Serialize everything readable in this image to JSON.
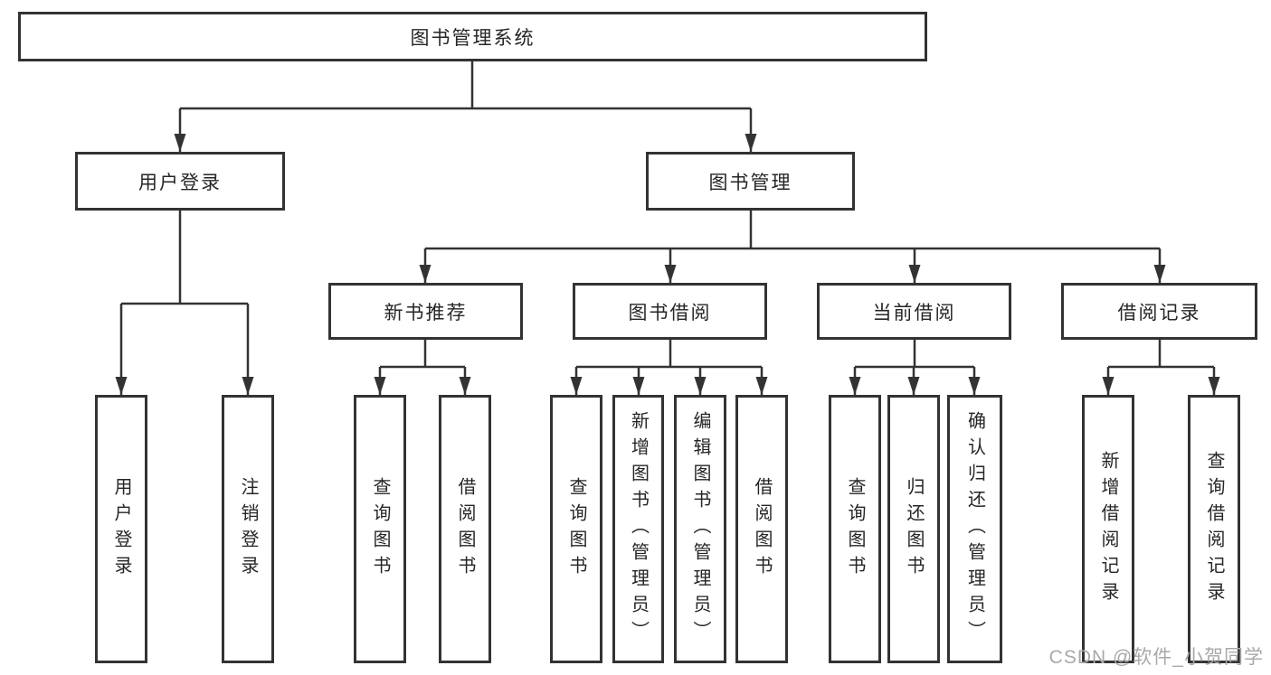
{
  "tree": {
    "root": {
      "label": "图书管理系统"
    },
    "branches": [
      {
        "label": "用户登录",
        "children": [
          {
            "label": "用户登录"
          },
          {
            "label": "注销登录"
          }
        ]
      },
      {
        "label": "图书管理",
        "children": [
          {
            "label": "新书推荐",
            "children": [
              {
                "label": "查询图书"
              },
              {
                "label": "借阅图书"
              }
            ]
          },
          {
            "label": "图书借阅",
            "children": [
              {
                "label": "查询图书"
              },
              {
                "label": "新增图书（管理员）"
              },
              {
                "label": "编辑图书（管理员）"
              },
              {
                "label": "借阅图书"
              }
            ]
          },
          {
            "label": "当前借阅",
            "children": [
              {
                "label": "查询图书"
              },
              {
                "label": "归还图书"
              },
              {
                "label": "确认归还（管理员）"
              }
            ]
          },
          {
            "label": "借阅记录",
            "children": [
              {
                "label": "新增借阅记录"
              },
              {
                "label": "查询借阅记录"
              }
            ]
          }
        ]
      }
    ]
  },
  "watermark": {
    "text": "CSDN @软件_小贺同学"
  },
  "colors": {
    "line": "#333333",
    "box_border": "#333333",
    "text": "#262626",
    "watermark": "#a9a9a9",
    "background": "#ffffff"
  }
}
